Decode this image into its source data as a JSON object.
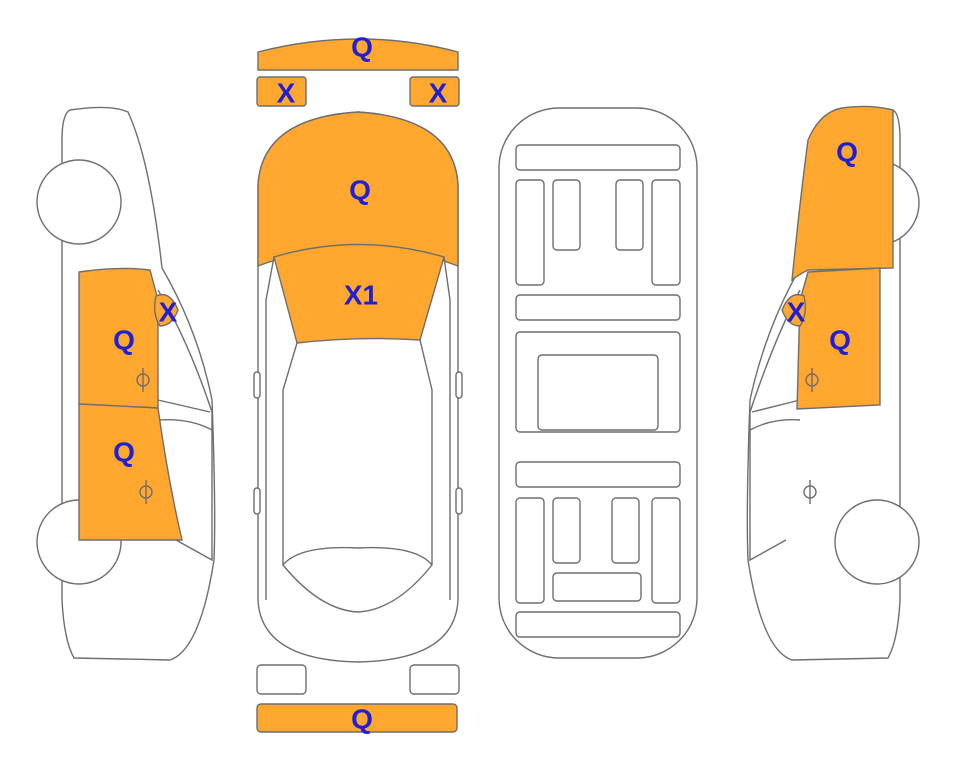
{
  "colors": {
    "damage_fill": "#ffa72e",
    "label_color": "#1f1fd6",
    "outline": "#6e6e6e",
    "background": "#ffffff"
  },
  "labels": {
    "front_bumper": "Q",
    "left_headlight": "X",
    "right_headlight": "X",
    "hood": "Q",
    "windshield": "X1",
    "rear_bumper": "Q",
    "left_front_door": "Q",
    "left_rear_door": "Q",
    "left_mirror": "X",
    "right_front_fender": "Q",
    "right_front_door": "Q",
    "right_mirror": "X"
  }
}
